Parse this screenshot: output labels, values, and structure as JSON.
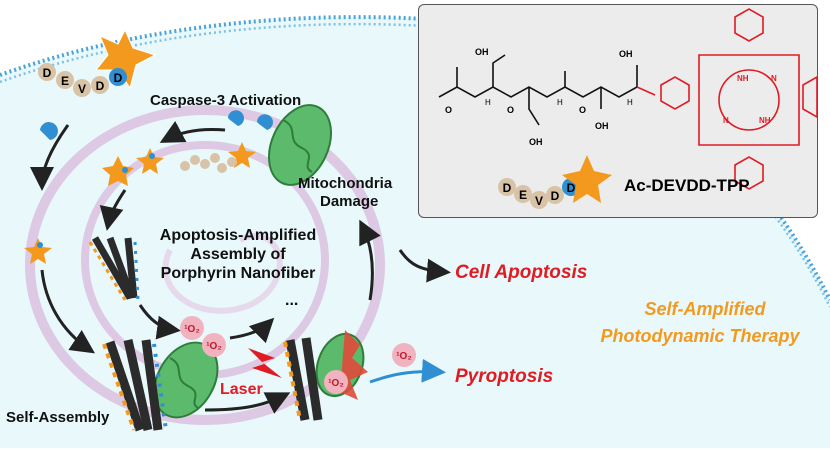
{
  "labels": {
    "caspase": "Caspase-3 Activation",
    "mito_line1": "Mitochondria",
    "mito_line2": "Damage",
    "center_line1": "Apoptosis-Amplified",
    "center_line2": "Assembly of",
    "center_line3": "Porphyrin Nanofiber",
    "ellipsis": "...",
    "cell_apoptosis": "Cell Apoptosis",
    "pyroptosis": "Pyroptosis",
    "laser": "Laser",
    "self_assembly": "Self-Assembly",
    "therapy_line1": "Self-Amplified",
    "therapy_line2": "Photodynamic Therapy"
  },
  "inset": {
    "title": "Ac-DEVDD-TPP",
    "peptide_letters": [
      "D",
      "E",
      "V",
      "D",
      "D"
    ],
    "atom_labels": {
      "oh_top_left": "OH",
      "o": "O",
      "h": "H",
      "n": "N",
      "nh": "NH",
      "oh": "OH"
    }
  },
  "singlet_oxygen": "¹O₂",
  "colors": {
    "background_fluid": "#e9f8fb",
    "membrane_blue": "#4aa3d8",
    "cycle_ring": "#ddc9e3",
    "arrow": "#222222",
    "orange": "#f39a1e",
    "mitochondrion": "#5cba6d",
    "porphyrin_red": "#e01b24",
    "letter_bead": "#d8c3a6",
    "caspase_blue": "#2f8fd2"
  }
}
